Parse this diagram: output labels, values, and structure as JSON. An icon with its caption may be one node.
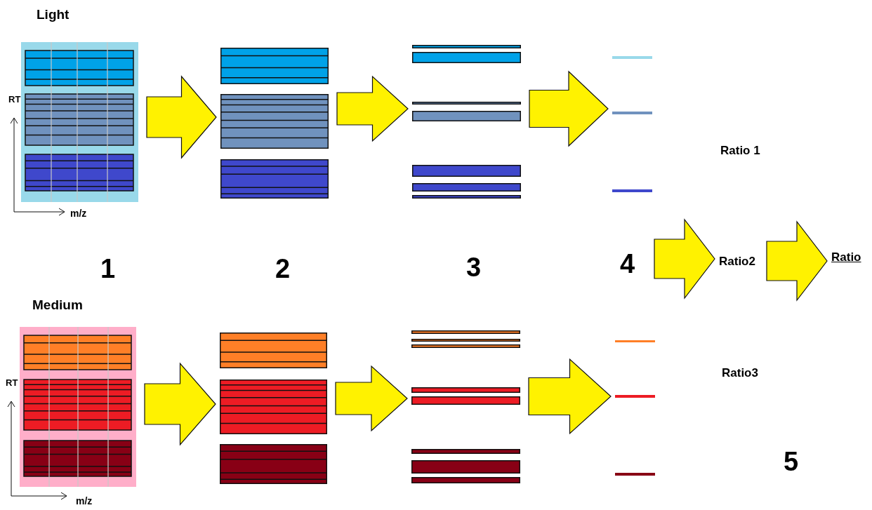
{
  "diagram": {
    "nodes": [
      {
        "text": [
          "Light"
        ]
      },
      {
        "text": [],
        "shape": "box"
      },
      {
        "text": [],
        "shape": "box"
      },
      {
        "text": [],
        "shape": "box"
      },
      {
        "text": [
          "Medium"
        ]
      },
      {
        "text": [],
        "shape": "box"
      },
      {
        "text": [],
        "shape": "box"
      },
      {
        "text": [],
        "shape": "box"
      },
      {
        "text": [
          "Ratio2"
        ]
      },
      {
        "text": [
          "Ratio"
        ]
      }
    ],
    "edges": [
      {
        "from": 0,
        "to": 1,
        "arrow": "to"
      },
      {
        "from": 1,
        "to": 2,
        "arrow": "to"
      },
      {
        "from": 2,
        "to": 3,
        "arrow": "to"
      },
      {
        "from": 4,
        "to": 5,
        "arrow": "to"
      },
      {
        "from": 5,
        "to": 6,
        "arrow": "to"
      },
      {
        "from": 6,
        "to": 7,
        "arrow": "to"
      },
      {
        "from": null,
        "to": 8,
        "arrow": "to"
      },
      {
        "from": 8,
        "to": 9,
        "arrow": "to"
      }
    ],
    "labels": [
      "RT",
      "m/z",
      "Ratio 1",
      "1",
      "2",
      "3",
      "4",
      "Ratio3",
      "RT",
      "m/z",
      "5"
    ]
  }
}
